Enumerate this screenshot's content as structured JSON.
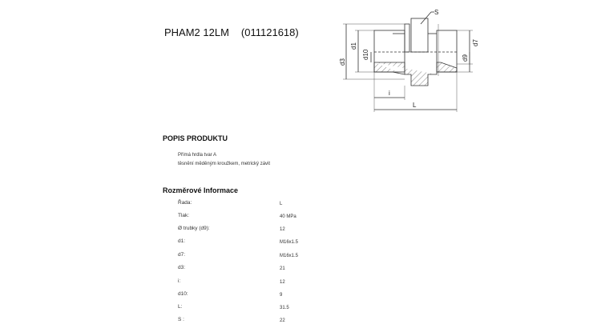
{
  "title": {
    "name": "PHAM2 12LM",
    "code": "(011121618)"
  },
  "description": {
    "heading": "POPIS PRODUKTU",
    "lines": [
      "Přímá hrdla tvar A",
      "těsnění měděným kroužkem, metrický závit"
    ]
  },
  "dimensions": {
    "heading": "Rozměrové Informace",
    "rows": [
      {
        "label": "Řada:",
        "value": "L"
      },
      {
        "label": "Tlak:",
        "value": "40  MPa"
      },
      {
        "label": "Ø trubky (d9):",
        "value": "12"
      },
      {
        "label": "d1:",
        "value": "M16x1.5"
      },
      {
        "label": "d7:",
        "value": "M16x1.5"
      },
      {
        "label": "d3:",
        "value": "21"
      },
      {
        "label": "i:",
        "value": "12"
      },
      {
        "label": "d10:",
        "value": "9"
      },
      {
        "label": "L:",
        "value": "31.5"
      },
      {
        "label": "S :",
        "value": "22"
      }
    ]
  },
  "drawing": {
    "labels": {
      "S": "S",
      "d1": "d1",
      "d3": "d3",
      "d10": "d10",
      "d7": "d7",
      "d9": "d9",
      "i": "i",
      "L": "L"
    }
  }
}
